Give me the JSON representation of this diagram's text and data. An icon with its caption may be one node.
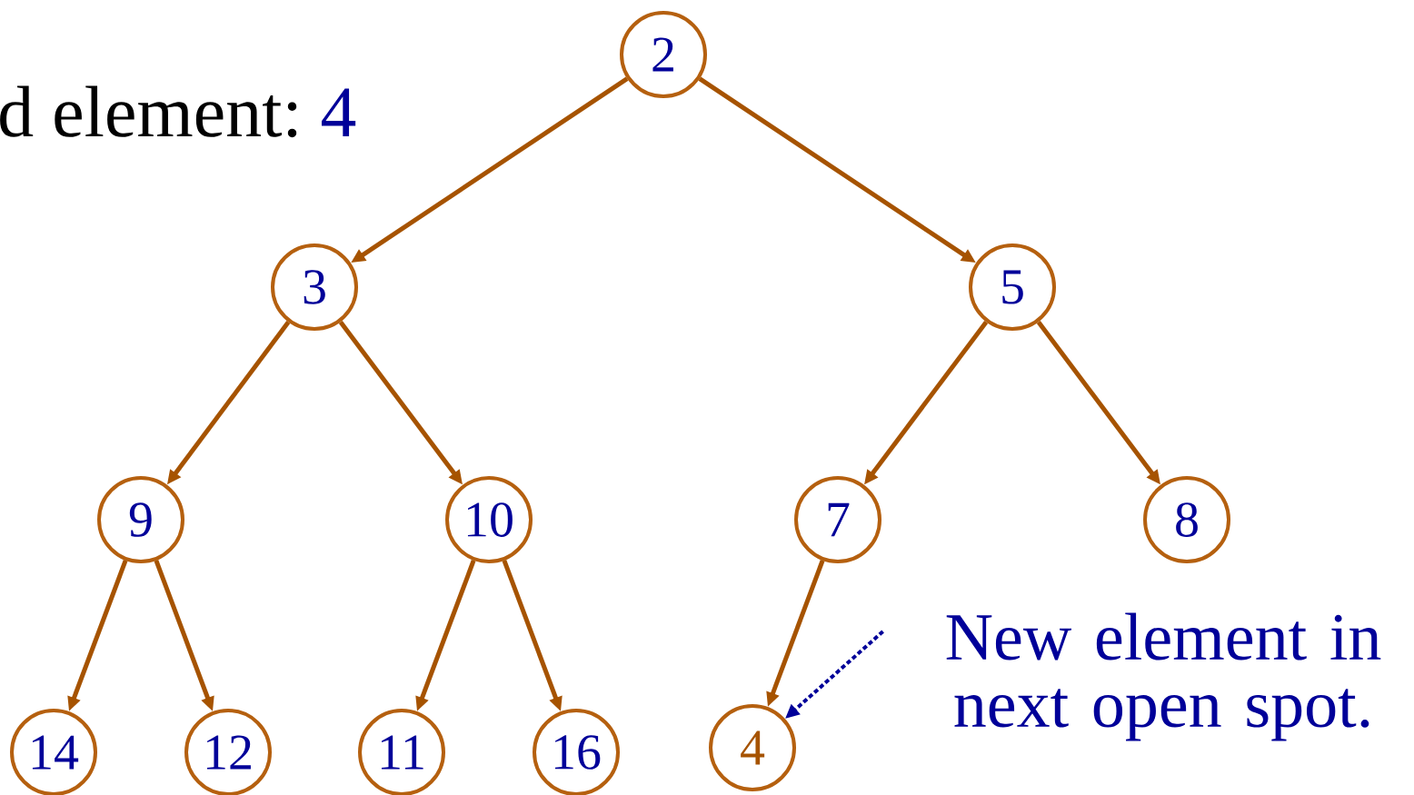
{
  "diagram": {
    "nodes": [
      {
        "text": [
          "2"
        ]
      },
      {
        "text": [
          "3"
        ]
      },
      {
        "text": [
          "5"
        ]
      },
      {
        "text": [
          "9"
        ]
      },
      {
        "text": [
          "10"
        ]
      },
      {
        "text": [
          "7"
        ]
      },
      {
        "text": [
          "8"
        ]
      },
      {
        "text": [
          "14"
        ]
      },
      {
        "text": [
          "12"
        ]
      },
      {
        "text": [
          "11"
        ]
      },
      {
        "text": [
          "16"
        ]
      },
      {
        "text": [
          "4"
        ]
      },
      {
        "text": [
          "New element in next open spot."
        ]
      }
    ],
    "edges": [
      {
        "from": 0,
        "to": 1,
        "arrow": "to"
      },
      {
        "from": 0,
        "to": 2,
        "arrow": "to"
      },
      {
        "from": 1,
        "to": 3,
        "arrow": "to"
      },
      {
        "from": 1,
        "to": 4,
        "arrow": "to"
      },
      {
        "from": 2,
        "to": 5,
        "arrow": "to"
      },
      {
        "from": 2,
        "to": 6,
        "arrow": "to"
      },
      {
        "from": 3,
        "to": 7,
        "arrow": "to"
      },
      {
        "from": 3,
        "to": 8,
        "arrow": "to"
      },
      {
        "from": 4,
        "to": 9,
        "arrow": "to"
      },
      {
        "from": 4,
        "to": 10,
        "arrow": "to"
      },
      {
        "from": 5,
        "to": 11,
        "arrow": "to"
      },
      {
        "from": 12,
        "to": 11,
        "arrow": "to",
        "style": "dashed",
        "color": "#000099"
      }
    ],
    "labels": [
      "d element:",
      "4"
    ]
  }
}
